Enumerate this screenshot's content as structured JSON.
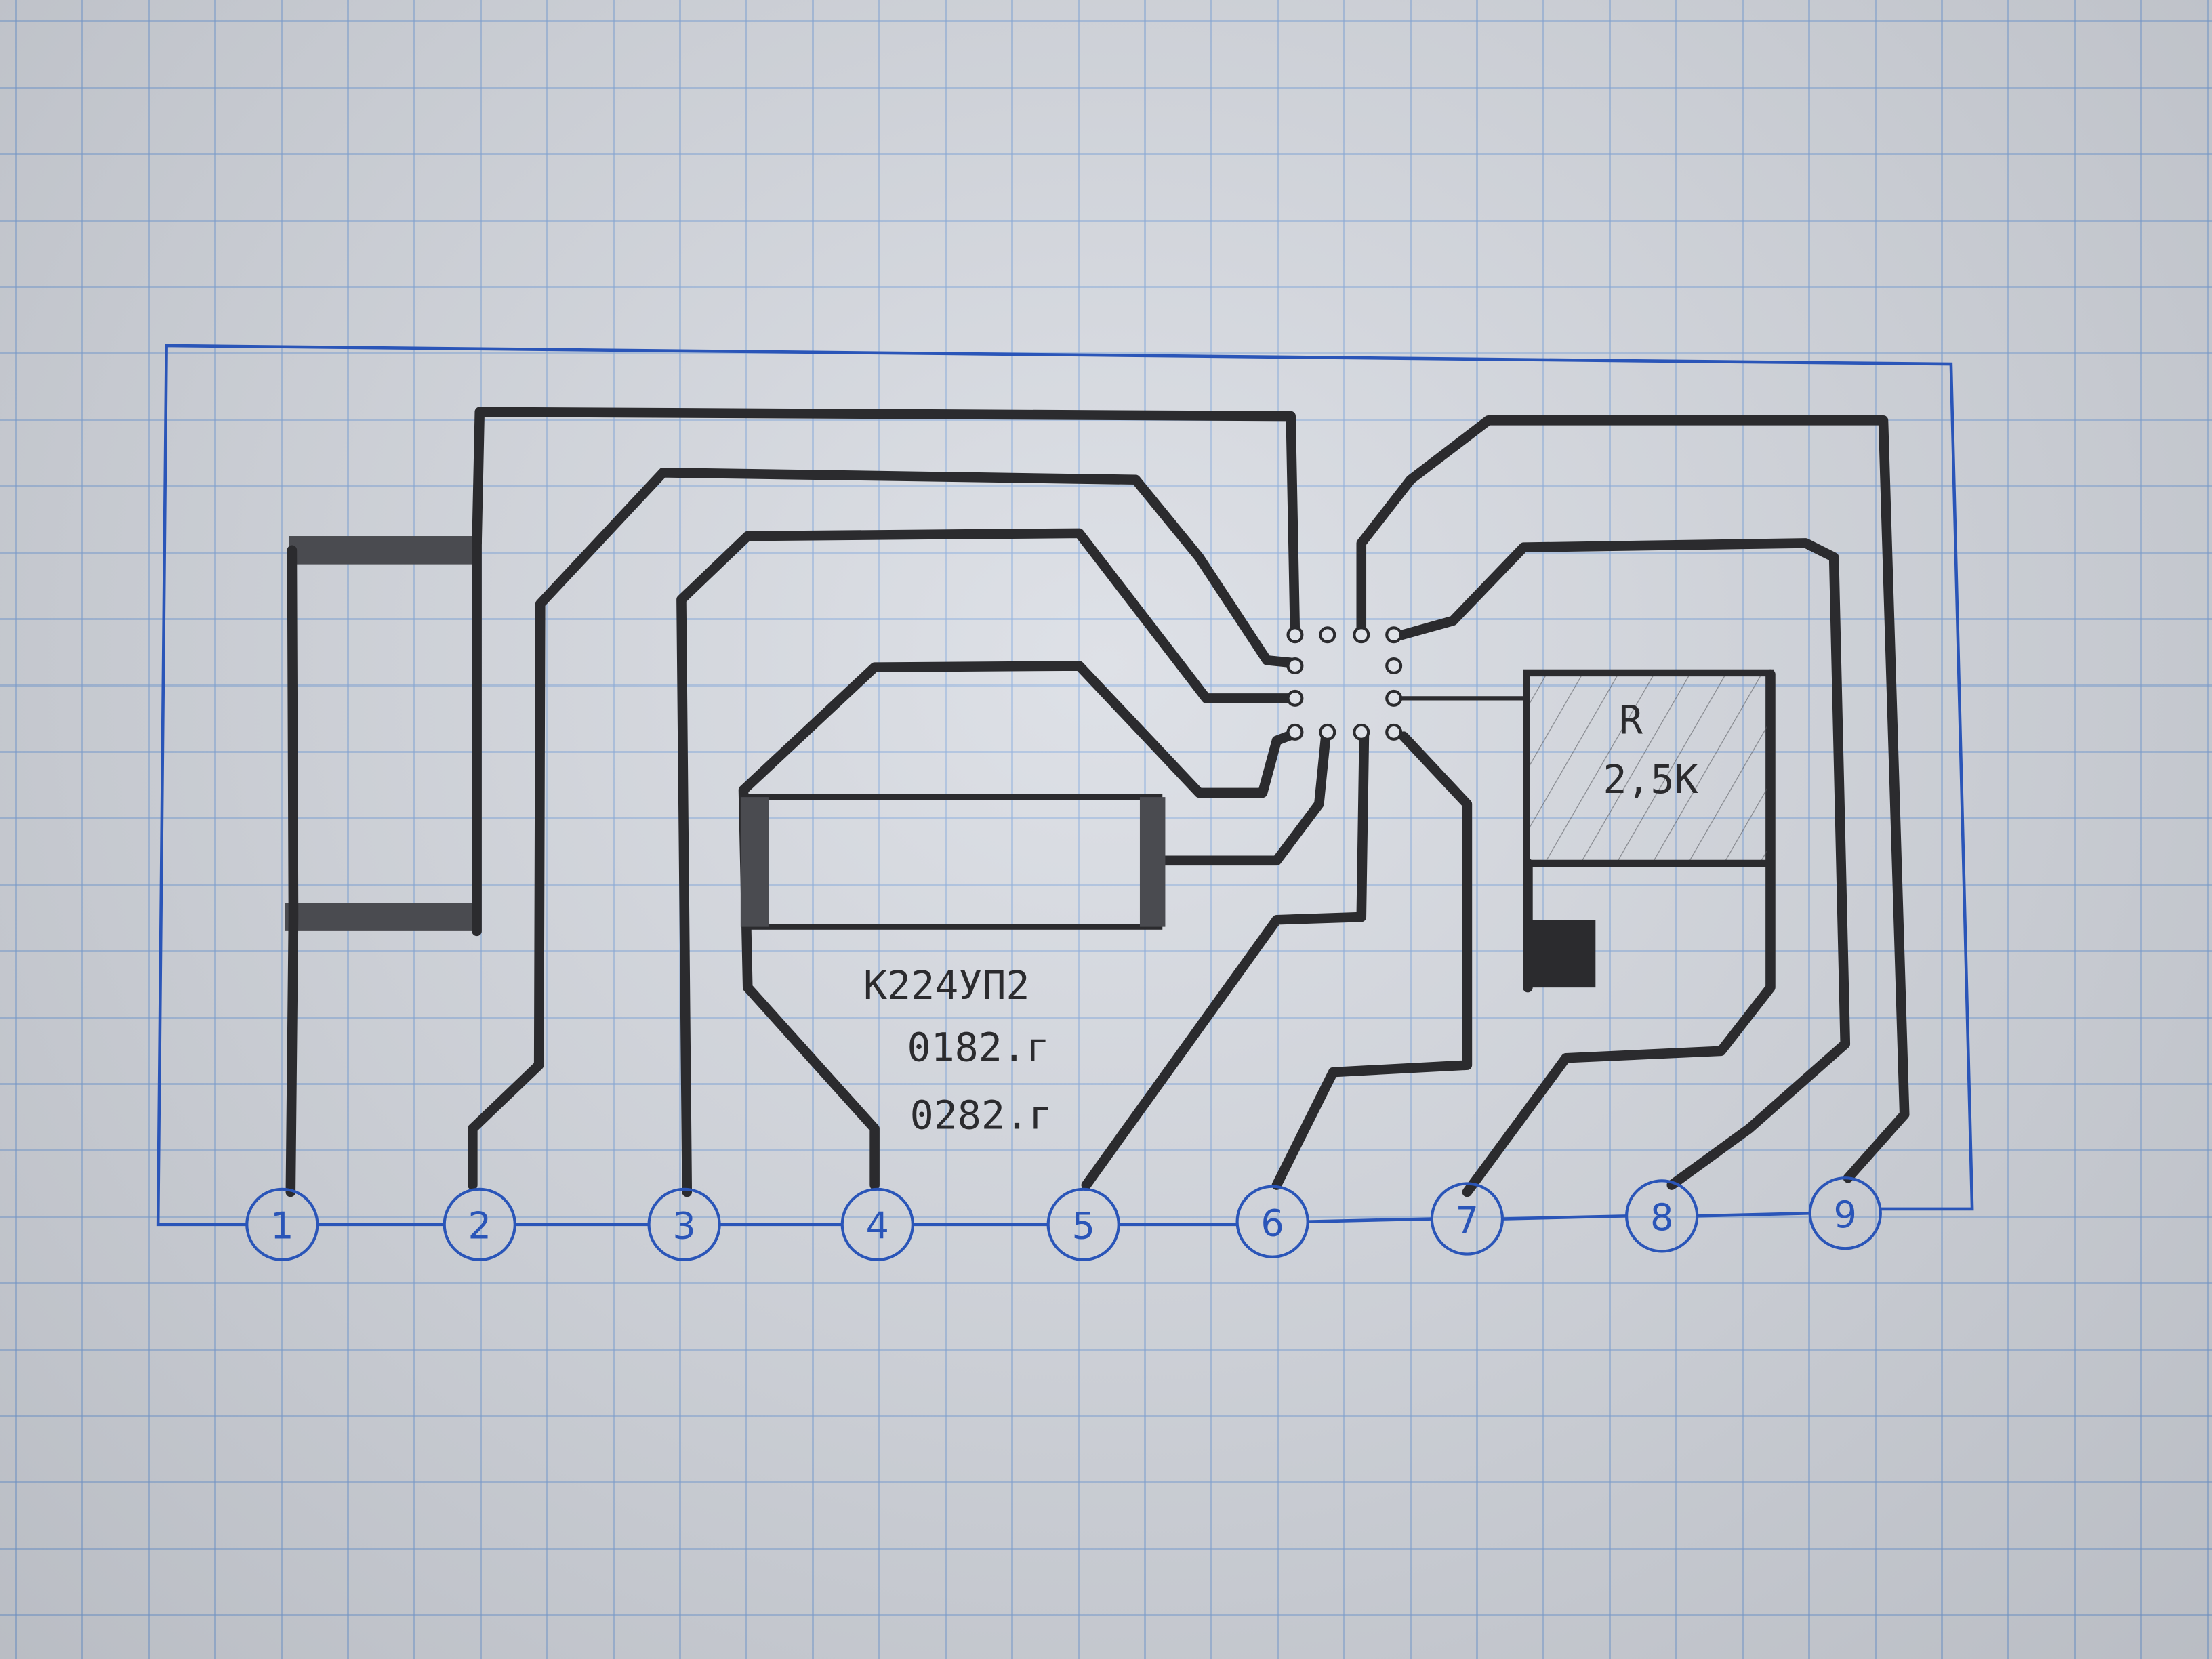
{
  "chip": {
    "part": "К224УП2",
    "date1": "0182.г",
    "date2": "0282.г"
  },
  "resistor": {
    "label": "R",
    "value": "2,5K"
  },
  "pins": [
    "1",
    "2",
    "3",
    "4",
    "5",
    "6",
    "7",
    "8",
    "9"
  ],
  "colors": {
    "border": "#2a55b8",
    "trace": "#2b2b2e",
    "grid": "#78a0d7"
  }
}
